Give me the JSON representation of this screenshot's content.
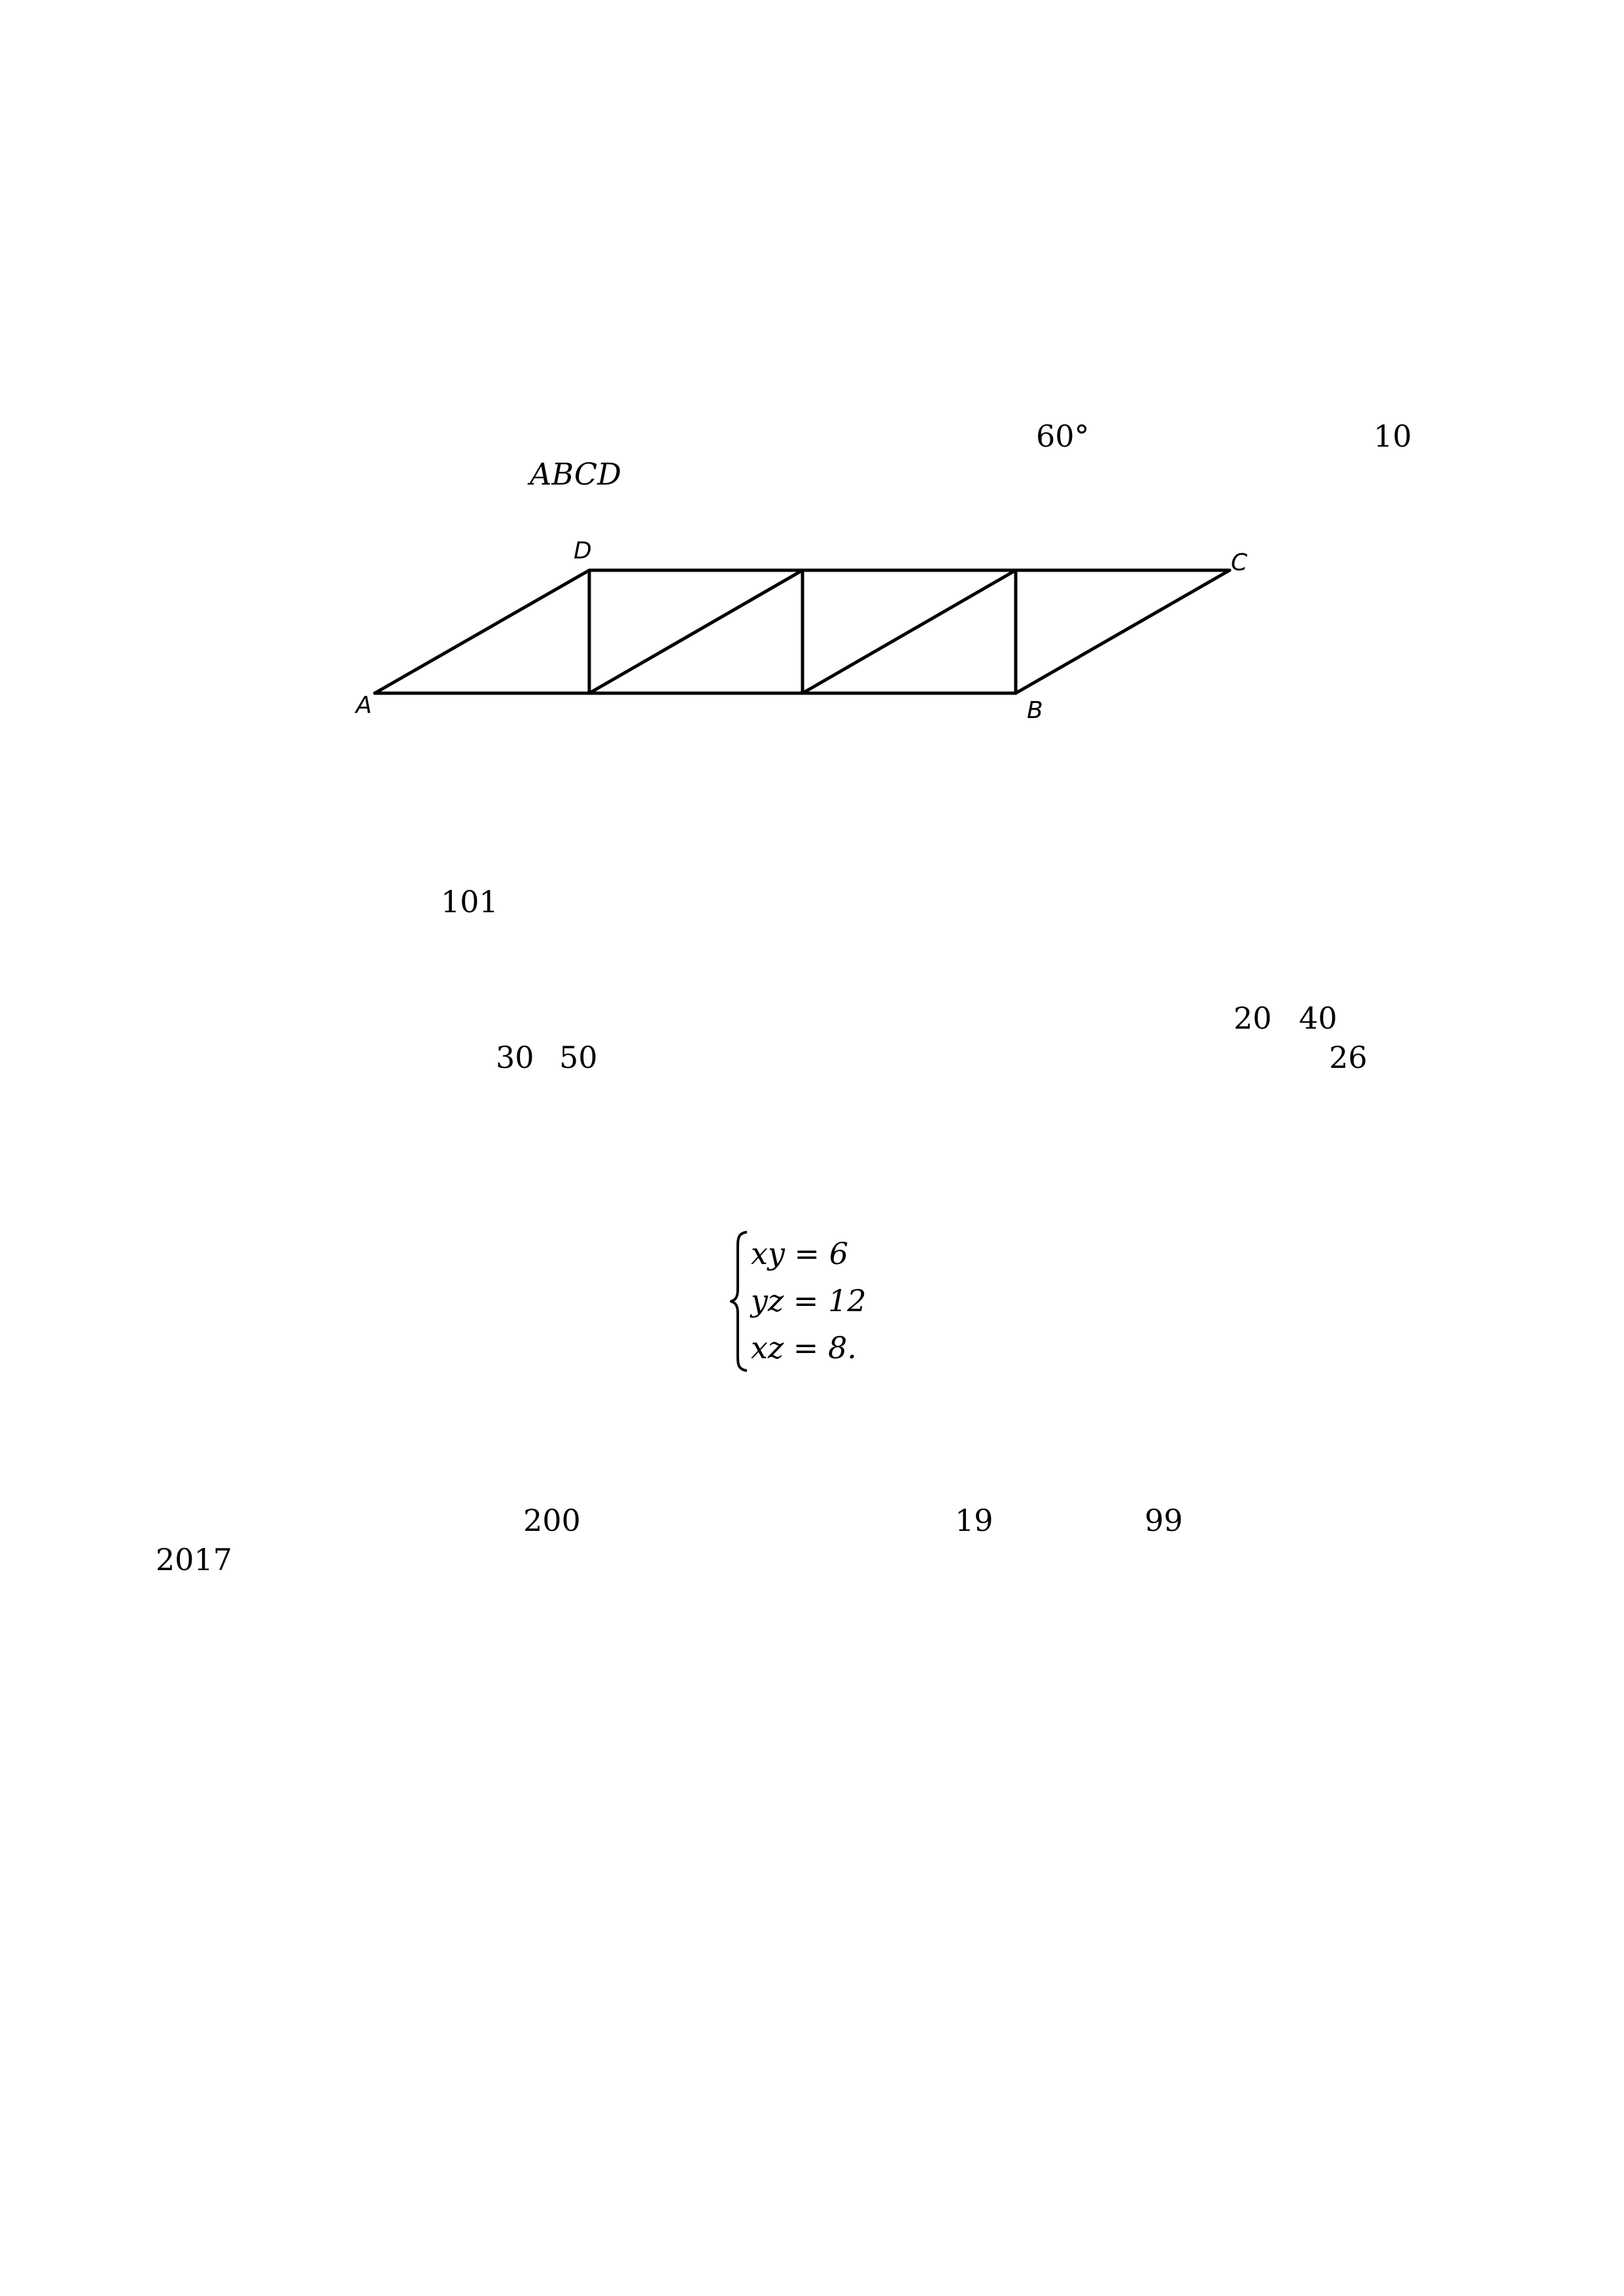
{
  "problem1": {
    "angle": "60°",
    "count": "10",
    "shape": "ABCD"
  },
  "figure": {
    "vertex_labels": {
      "A": "A",
      "B": "B",
      "C": "C",
      "D": "D"
    }
  },
  "problem2": {
    "number": "101"
  },
  "problem3": {
    "n20": "20",
    "n40": "40",
    "n30": "30",
    "n50": "50",
    "n26": "26"
  },
  "problem4": {
    "equations": [
      "xy = 6",
      "yz = 12",
      "xz = 8."
    ]
  },
  "problem5": {
    "n200": "200",
    "n19": "19",
    "n99": "99",
    "n2017": "2017"
  }
}
